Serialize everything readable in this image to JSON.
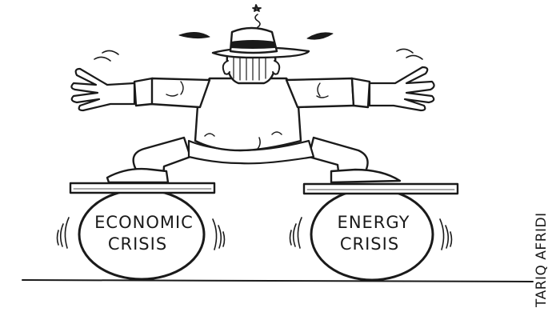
{
  "left_ball": {
    "line1": "ECONOMIC",
    "line2": "CRISIS"
  },
  "right_ball": {
    "line1": "ENERGY",
    "line2": "CRISIS"
  },
  "signature": "TARIQ AFRIDI"
}
